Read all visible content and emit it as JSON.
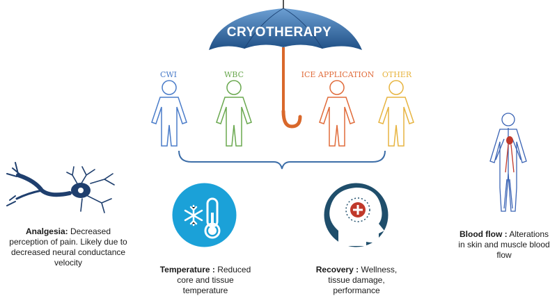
{
  "umbrella": {
    "title": "CRYOTHERAPY"
  },
  "methods": [
    {
      "label": "CWI",
      "color": "#4a7cc9"
    },
    {
      "label": "WBC",
      "color": "#6aa84f"
    },
    {
      "label": "ICE APPLICATION",
      "color": "#e06b3a"
    },
    {
      "label": "OTHER",
      "color": "#e7b440"
    }
  ],
  "effects": {
    "analgesia": {
      "title": "Analgesia:",
      "text": "Decreased perception of pain. Likely due to decreased neural conductance velocity"
    },
    "temperature": {
      "title": "Temperature :",
      "text": "Reduced core and tissue temperature"
    },
    "recovery": {
      "title": "Recovery :",
      "text": "Wellness, tissue damage, performance"
    },
    "bloodflow": {
      "title": "Blood flow :",
      "text": "Alterations in skin and muscle blood flow"
    }
  },
  "colors": {
    "umbrella": "#2e6aa8",
    "handle": "#d9682b",
    "icon_bg": "#1ba1d8",
    "recovery_bg": "#1f4e6b",
    "cross": "#c0392b"
  },
  "icons": [
    "neuron-icon",
    "thermometer-snowflake-icon",
    "head-medical-cross-icon",
    "circulatory-system-icon"
  ]
}
